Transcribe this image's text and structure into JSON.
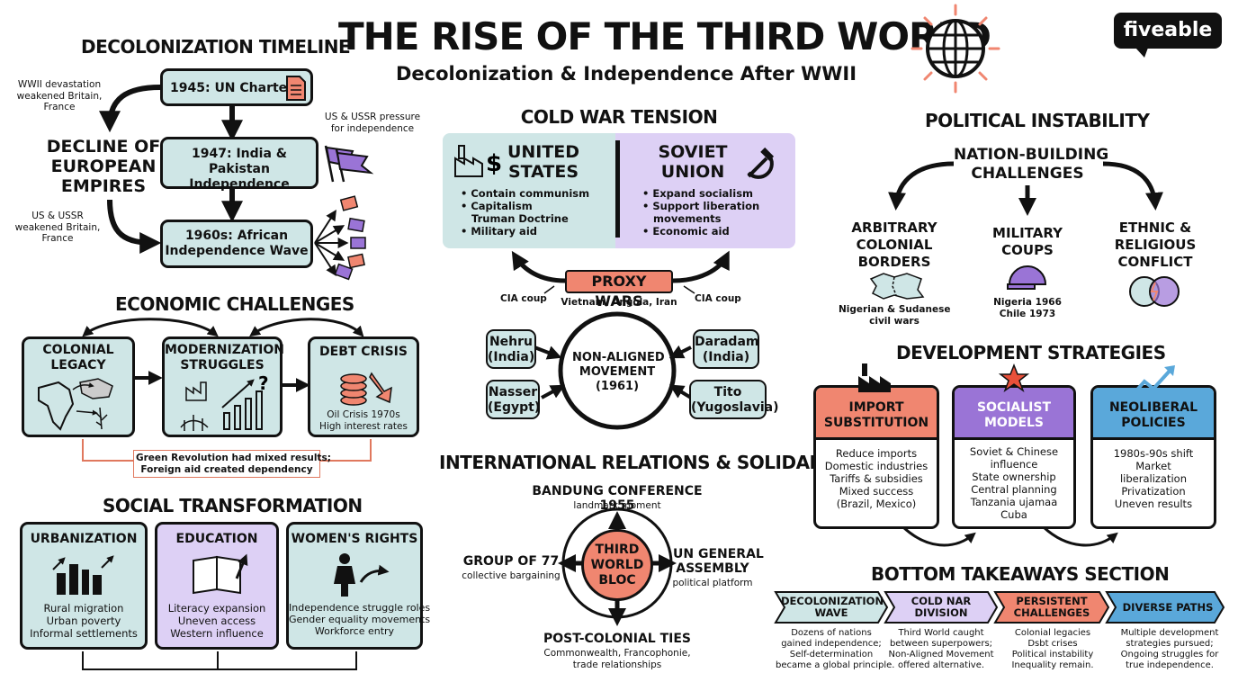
{
  "title": "THE RISE OF THE THIRD WORLD",
  "subtitle": "Decolonization & Independence After WWII",
  "brand": "fiveable",
  "icons": [
    "globe-icon",
    "document-icon",
    "flags-icon",
    "factory-icon",
    "dollar-icon",
    "hammer-sickle-icon",
    "africa-map-icon",
    "money-icon",
    "factory-icon",
    "growth-chart-icon",
    "coins-icon",
    "down-arrow-icon",
    "city-icon",
    "book-icon",
    "woman-icon",
    "map-icon",
    "helmet-icon",
    "venn-icon",
    "star-icon",
    "trend-up-icon"
  ],
  "colors": {
    "teal": "#cfe6e6",
    "lavender": "#ddd0f5",
    "coral": "#f08670",
    "blue": "#5aa8da",
    "purple": "#9a74d6"
  },
  "timeline": {
    "heading": "DECOLONIZATION TIMELINE",
    "n1945": "1945: UN Charter",
    "n1947": [
      "1947: India & Pakistan",
      "Independence"
    ],
    "n1960": [
      "1960s: African",
      "Independence Wave"
    ],
    "decline": [
      "DECLINE OF",
      "EUROPEAN",
      "EMPIRES"
    ],
    "wwii_note": [
      "WWII devastation",
      "weakened Britain,",
      "France"
    ],
    "us_ussr_note": [
      "US & USSR",
      "weakened Britain,",
      "France"
    ],
    "pressure_note": [
      "US & USSR pressure",
      "for independence"
    ]
  },
  "cold_war": {
    "heading": "COLD WAR TENSION",
    "us_title": [
      "UNITED",
      "STATES"
    ],
    "us_items": [
      "Contain communism",
      "Capitalism",
      "Truman Doctrine",
      "Military aid"
    ],
    "ussr_title": [
      "SOVIET",
      "UNION"
    ],
    "ussr_items": [
      "Expand socialism",
      "Support liberation",
      "movements",
      "Economic aid"
    ],
    "proxy": "PROXY WARS",
    "proxy_sub": "Vietnam, Angola, Iran",
    "cia_left": "CIA coup",
    "cia_right": "CIA coup"
  },
  "nam": {
    "center": [
      "NON-ALIGNED",
      "MOVEMENT",
      "(1961)"
    ],
    "nehru": [
      "Nehru",
      "(India)"
    ],
    "daradam": [
      "Daradam",
      "(India)"
    ],
    "nasser": [
      "Nasser",
      "(Egypt)"
    ],
    "tito": [
      "Tito",
      "(Yugoslavia)"
    ]
  },
  "political": {
    "heading": "POLITICAL INSTABILITY",
    "center": [
      "NATION-BUILDING",
      "CHALLENGES"
    ],
    "borders": [
      "ARBITRARY",
      "COLONIAL",
      "BORDERS"
    ],
    "borders_note": [
      "Nigerian & Sudanese",
      "civil wars"
    ],
    "coups": [
      "MILITARY",
      "COUPS"
    ],
    "coups_note": [
      "Nigeria 1966",
      "Chile 1973"
    ],
    "ethnic": [
      "ETHNIC &",
      "RELIGIOUS",
      "CONFLICT"
    ]
  },
  "economic": {
    "heading": "ECONOMIC CHALLENGES",
    "colonial": [
      "COLONIAL",
      "LEGACY"
    ],
    "modern": [
      "MODERNIZATION",
      "STRUGGLES"
    ],
    "debt": "DEBT CRISIS",
    "debt_note": [
      "Oil Crisis 1970s",
      "High interest rates"
    ],
    "note": [
      "Green Revolution had mixed results;",
      "Foreign aid created dependency"
    ]
  },
  "social": {
    "heading": "SOCIAL TRANSFORMATION",
    "urban": "URBANIZATION",
    "urban_items": [
      "Rural migration",
      "Urban poverty",
      "Informal settlements"
    ],
    "edu": "EDUCATION",
    "edu_items": [
      "Literacy expansion",
      "Uneven access",
      "Western influence"
    ],
    "women": "WOMEN'S RIGHTS",
    "women_items": [
      "Independence struggle roles",
      "Gender equality movements",
      "Workforce entry"
    ]
  },
  "intl": {
    "heading": "INTERNATIONAL RELATIONS & SOLIDARITY",
    "bandung": "BANDUNG CONFERENCE 1955",
    "bandung_sub": "landmark moment",
    "g77": "GROUP OF 77",
    "g77_sub": "collective bargaining",
    "un": [
      "UN GENERAL",
      "ASSEMBLY"
    ],
    "un_sub": "political platform",
    "center": [
      "THIRD",
      "WORLD",
      "BLOC"
    ],
    "post": "POST-COLONIAL TIES",
    "post_sub": [
      "Commonwealth, Francophonie,",
      "trade relationships"
    ]
  },
  "development": {
    "heading": "DEVELOPMENT STRATEGIES",
    "import_title": [
      "IMPORT",
      "SUBSTITUTION"
    ],
    "import_items": [
      "Reduce imports",
      "Domestic industries",
      "Tariffs & subsidies",
      "Mixed success",
      "(Brazil, Mexico)"
    ],
    "socialist_title": [
      "SOCIALIST",
      "MODELS"
    ],
    "socialist_items": [
      "Soviet & Chinese",
      "influence",
      "State ownership",
      "Central planning",
      "Tanzania ujamaa",
      "Cuba"
    ],
    "neolib_title": [
      "NEOLIBERAL",
      "POLICIES"
    ],
    "neolib_items": [
      "1980s-90s shift",
      "Market",
      "liberalization",
      "Privatization",
      "Uneven results"
    ]
  },
  "takeaways": {
    "heading": "BOTTOM TAKEAWAYS SECTION",
    "items": [
      {
        "label": [
          "DECOLONIZATION",
          "WAVE"
        ],
        "text": [
          "Dozens of nations",
          "gained independence;",
          "Self-determination",
          "became a global principle."
        ]
      },
      {
        "label": [
          "COLD NAR",
          "DIVISION"
        ],
        "text": [
          "Third World caught",
          "between superpowers;",
          "Non-Aligned Movement",
          "offered alternative."
        ]
      },
      {
        "label": [
          "PERSISTENT",
          "CHALLENGES"
        ],
        "text": [
          "Colonial legacies",
          "Dsbt crises",
          "Political instability",
          "Inequality remain."
        ]
      },
      {
        "label": [
          "DIVERSE PATHS"
        ],
        "text": [
          "Multiple development",
          "strategies pursued;",
          "Ongoing struggles for",
          "true independence."
        ]
      }
    ]
  }
}
